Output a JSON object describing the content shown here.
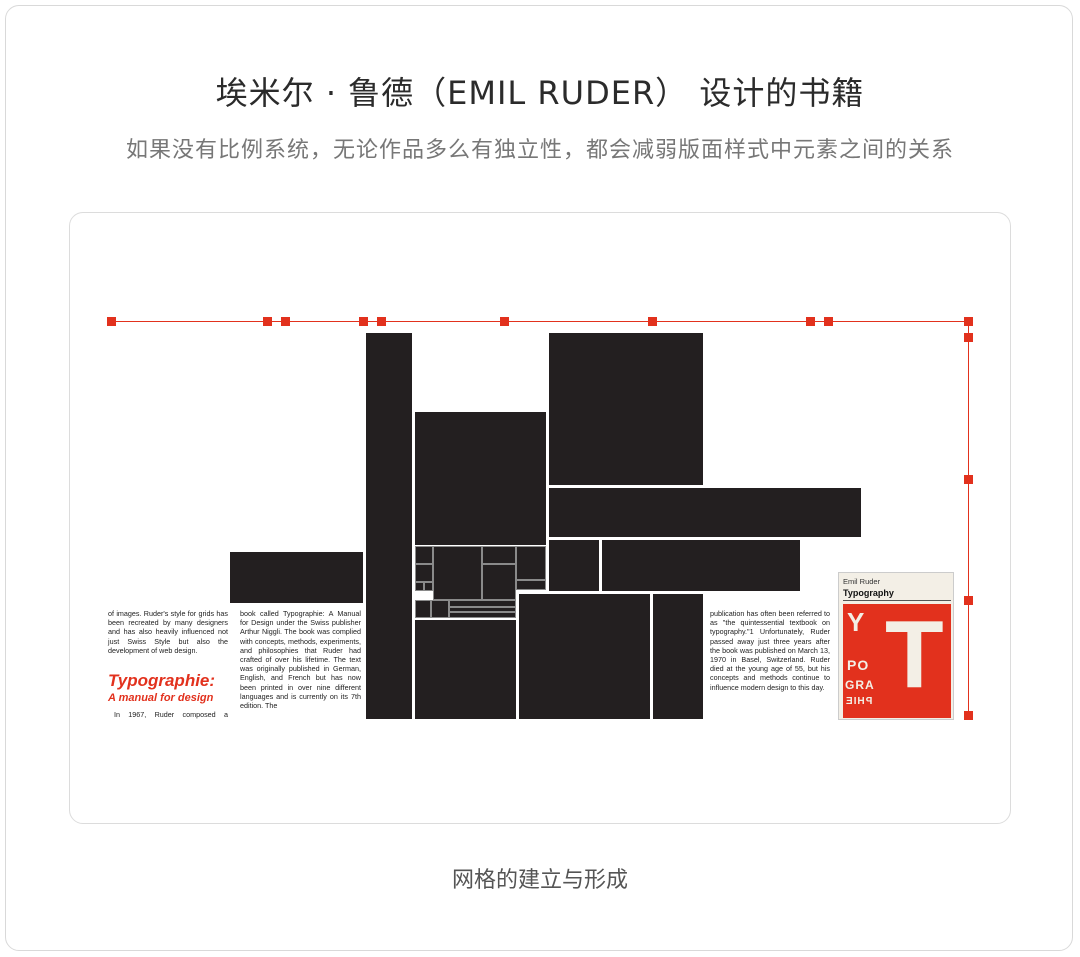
{
  "header": {
    "title": "埃米尔 · 鲁德（EMIL RUDER） 设计的书籍",
    "subtitle": "如果没有比例系统，无论作品多么有独立性，都会减弱版面样式中元素之间的关系"
  },
  "figure": {
    "col1_text": "of images. Ruder's style for grids has been recreated by many designers and has also heavily influenced not just Swiss Style but also the development of web design.",
    "heading_line1": "Typographie:",
    "heading_line2": "A manual for design",
    "col1_text_end": "In 1967, Ruder composed a",
    "col2_text": "book called Typographie: A Manual for Design under the Swiss publisher Arthur Niggli. The book was complied with concepts, methods, experiments, and philosophies that Ruder had crafted of over his lifetime. The text was originally published in German, English, and French but has now been printed in over nine different languages and is currently on its 7th edition. The",
    "col3_text": "publication has often been referred to as \"the quintessential textbook on typography.\"1 Unfortunately, Ruder passed away just three years after the book was published on March 13, 1970 in Basel, Switzerland. Ruder died at the young age of 55, but his concepts and methods continue to influence modern design to this day.",
    "cover": {
      "author": "Emil Ruder",
      "title": "Typography",
      "big_letter": "T",
      "letter_y": "Y",
      "letters_po": "PO",
      "letters_gra": "GRA",
      "letters_phie": "PHIE"
    }
  },
  "caption": "网格的建立与形成",
  "colors": {
    "accent": "#e2311d",
    "block": "#231f20"
  }
}
